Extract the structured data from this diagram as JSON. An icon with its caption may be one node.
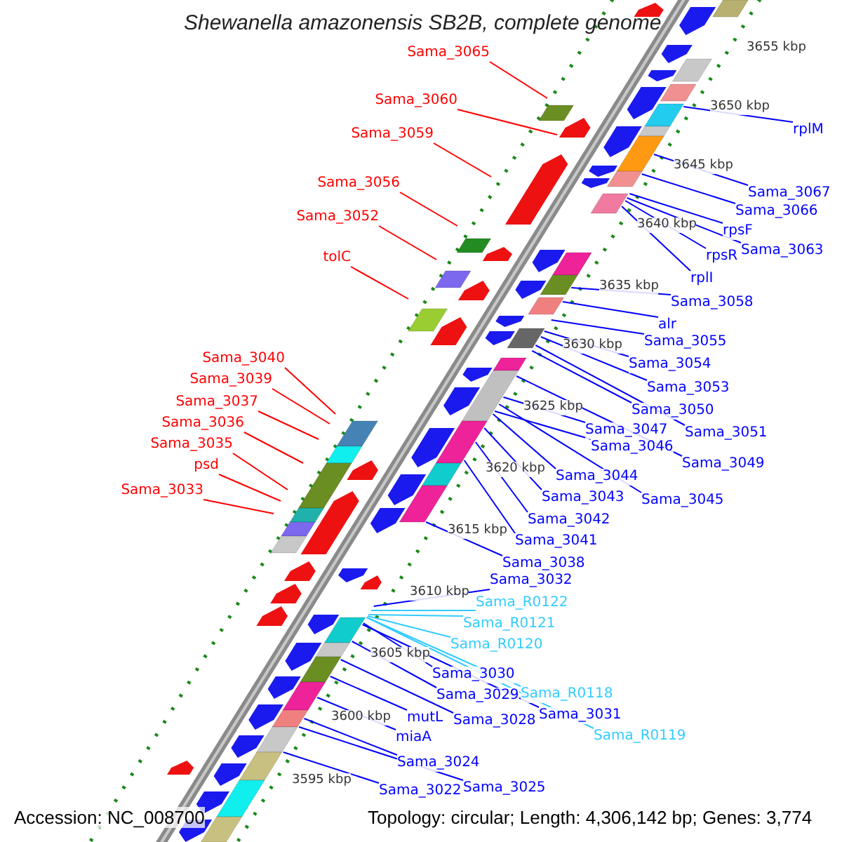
{
  "diagram": {
    "title": "Shewanella amazonensis SB2B, complete genome",
    "nodes": [
      {
        "text": [
          "Sama_3065"
        ]
      },
      {
        "text": [
          "Sama_3060"
        ]
      },
      {
        "text": [
          "Sama_3059"
        ]
      },
      {
        "text": [
          "Sama_3056"
        ]
      },
      {
        "text": [
          "Sama_3052"
        ]
      },
      {
        "text": [
          "tolC"
        ]
      },
      {
        "text": [
          "Sama_3040"
        ]
      },
      {
        "text": [
          "Sama_3039"
        ]
      },
      {
        "text": [
          "Sama_3037"
        ]
      },
      {
        "text": [
          "Sama_3036"
        ]
      },
      {
        "text": [
          "Sama_3035"
        ]
      },
      {
        "text": [
          "psd"
        ]
      },
      {
        "text": [
          "Sama_3033"
        ]
      },
      {
        "text": [
          "rplM"
        ]
      },
      {
        "text": [
          "Sama_3067"
        ]
      },
      {
        "text": [
          "Sama_3066"
        ]
      },
      {
        "text": [
          "rpsF"
        ]
      },
      {
        "text": [
          "Sama_3063"
        ]
      },
      {
        "text": [
          "rpsR"
        ]
      },
      {
        "text": [
          "rplI"
        ]
      },
      {
        "text": [
          "Sama_3058"
        ]
      },
      {
        "text": [
          "alr"
        ]
      },
      {
        "text": [
          "Sama_3055"
        ]
      },
      {
        "text": [
          "Sama_3054"
        ]
      },
      {
        "text": [
          "Sama_3053"
        ]
      },
      {
        "text": [
          "Sama_3050"
        ]
      },
      {
        "text": [
          "Sama_3051"
        ]
      },
      {
        "text": [
          "Sama_3047"
        ]
      },
      {
        "text": [
          "Sama_3046"
        ]
      },
      {
        "text": [
          "Sama_3049"
        ]
      },
      {
        "text": [
          "Sama_3044"
        ]
      },
      {
        "text": [
          "Sama_3043"
        ]
      },
      {
        "text": [
          "Sama_3045"
        ]
      },
      {
        "text": [
          "Sama_3042"
        ]
      },
      {
        "text": [
          "Sama_3041"
        ]
      },
      {
        "text": [
          "Sama_3038"
        ]
      },
      {
        "text": [
          "Sama_3032"
        ]
      },
      {
        "text": [
          "Sama_R0122"
        ]
      },
      {
        "text": [
          "Sama_R0121"
        ]
      },
      {
        "text": [
          "Sama_R0120"
        ]
      },
      {
        "text": [
          "Sama_3030"
        ]
      },
      {
        "text": [
          "Sama_R0118"
        ]
      },
      {
        "text": [
          "Sama_3029"
        ]
      },
      {
        "text": [
          "Sama_3031"
        ]
      },
      {
        "text": [
          "Sama_R0119"
        ]
      },
      {
        "text": [
          "mutL"
        ]
      },
      {
        "text": [
          "Sama_3028"
        ]
      },
      {
        "text": [
          "miaA"
        ]
      },
      {
        "text": [
          "Sama_3024"
        ]
      },
      {
        "text": [
          "Sama_3025"
        ]
      },
      {
        "text": [
          "Sama_3022"
        ]
      }
    ],
    "edges": [
      {
        "from": 0,
        "to": null,
        "arrow": "none",
        "color": "#ff0000"
      },
      {
        "from": 1,
        "to": null,
        "arrow": "none",
        "color": "#ff0000"
      },
      {
        "from": 2,
        "to": null,
        "arrow": "none",
        "color": "#ff0000"
      },
      {
        "from": 3,
        "to": null,
        "arrow": "none",
        "color": "#ff0000"
      },
      {
        "from": 4,
        "to": null,
        "arrow": "none",
        "color": "#ff0000"
      },
      {
        "from": 5,
        "to": null,
        "arrow": "none",
        "color": "#ff0000"
      },
      {
        "from": 6,
        "to": null,
        "arrow": "none",
        "color": "#ff0000"
      },
      {
        "from": 7,
        "to": null,
        "arrow": "none",
        "color": "#ff0000"
      },
      {
        "from": 8,
        "to": null,
        "arrow": "none",
        "color": "#ff0000"
      },
      {
        "from": 9,
        "to": null,
        "arrow": "none",
        "color": "#ff0000"
      },
      {
        "from": 10,
        "to": null,
        "arrow": "none",
        "color": "#ff0000"
      },
      {
        "from": 11,
        "to": null,
        "arrow": "none",
        "color": "#ff0000"
      },
      {
        "from": 12,
        "to": null,
        "arrow": "none",
        "color": "#ff0000"
      },
      {
        "from": 13,
        "to": null,
        "arrow": "none"
      },
      {
        "from": 14,
        "to": null,
        "arrow": "none"
      },
      {
        "from": 15,
        "to": null,
        "arrow": "none"
      },
      {
        "from": 16,
        "to": null,
        "arrow": "none"
      },
      {
        "from": 17,
        "to": null,
        "arrow": "none"
      },
      {
        "from": 18,
        "to": null,
        "arrow": "none"
      },
      {
        "from": 19,
        "to": null,
        "arrow": "none"
      },
      {
        "from": 20,
        "to": null,
        "arrow": "none"
      },
      {
        "from": 21,
        "to": null,
        "arrow": "none"
      },
      {
        "from": 22,
        "to": null,
        "arrow": "none"
      },
      {
        "from": 23,
        "to": null,
        "arrow": "none"
      },
      {
        "from": 24,
        "to": null,
        "arrow": "none"
      },
      {
        "from": 25,
        "to": null,
        "arrow": "none"
      },
      {
        "from": 26,
        "to": null,
        "arrow": "none"
      },
      {
        "from": 27,
        "to": null,
        "arrow": "none"
      },
      {
        "from": 28,
        "to": null,
        "arrow": "none"
      },
      {
        "from": 29,
        "to": null,
        "arrow": "none"
      },
      {
        "from": 30,
        "to": null,
        "arrow": "none"
      },
      {
        "from": 31,
        "to": null,
        "arrow": "none"
      },
      {
        "from": 32,
        "to": null,
        "arrow": "none"
      },
      {
        "from": 33,
        "to": null,
        "arrow": "none"
      },
      {
        "from": 34,
        "to": null,
        "arrow": "none"
      },
      {
        "from": 35,
        "to": null,
        "arrow": "none"
      },
      {
        "from": 36,
        "to": null,
        "arrow": "none"
      },
      {
        "from": 37,
        "to": null,
        "arrow": "none",
        "color": "#33ccff"
      },
      {
        "from": 38,
        "to": null,
        "arrow": "none",
        "color": "#33ccff"
      },
      {
        "from": 39,
        "to": null,
        "arrow": "none",
        "color": "#33ccff"
      },
      {
        "from": 40,
        "to": null,
        "arrow": "none"
      },
      {
        "from": 41,
        "to": null,
        "arrow": "none",
        "color": "#33ccff"
      },
      {
        "from": 42,
        "to": null,
        "arrow": "none"
      },
      {
        "from": 43,
        "to": null,
        "arrow": "none"
      },
      {
        "from": 44,
        "to": null,
        "arrow": "none",
        "color": "#33ccff"
      },
      {
        "from": 45,
        "to": null,
        "arrow": "none"
      },
      {
        "from": 46,
        "to": null,
        "arrow": "none"
      },
      {
        "from": 47,
        "to": null,
        "arrow": "none"
      },
      {
        "from": 48,
        "to": null,
        "arrow": "none"
      },
      {
        "from": 49,
        "to": null,
        "arrow": "none"
      },
      {
        "from": 50,
        "to": null,
        "arrow": "none"
      }
    ],
    "labels": [
      "3655 kbp",
      "3650 kbp",
      "3645 kbp",
      "3640 kbp",
      "3635 kbp",
      "3630 kbp",
      "3625 kbp",
      "3620 kbp",
      "3615 kbp",
      "3610 kbp",
      "3605 kbp",
      "3600 kbp",
      "3595 kbp",
      "Accession: NC_008700",
      "Topology: circular; Length: 4,306,142 bp; Genes: 3,774"
    ]
  }
}
